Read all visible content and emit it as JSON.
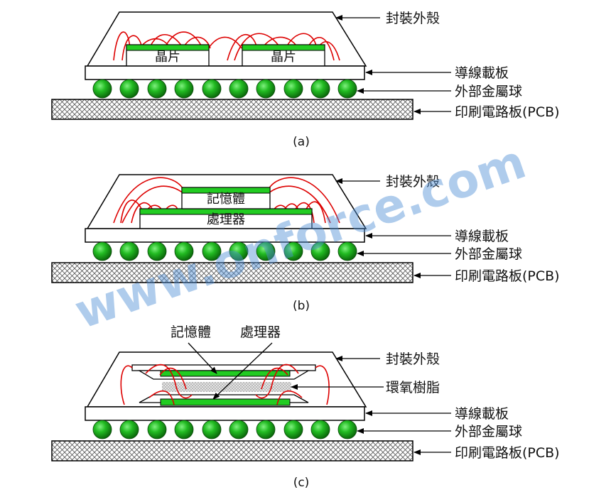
{
  "labels": {
    "package_shell": "封裝外殼",
    "substrate": "導線載板",
    "solder_balls": "外部金屬球",
    "pcb": "印刷電路板(PCB)",
    "epoxy": "環氧樹脂"
  },
  "chips": {
    "die": "晶片",
    "memory": "記憶體",
    "processor": "處理器"
  },
  "captions": {
    "a": "(a)",
    "b": "(b)",
    "c": "(c)"
  },
  "watermark": "www.onforce.com",
  "colors": {
    "green": "#22cc22",
    "ball": "#1a9e1a",
    "wire": "#dd0000",
    "outline": "#000000",
    "watermark": "#4f8fd6"
  }
}
